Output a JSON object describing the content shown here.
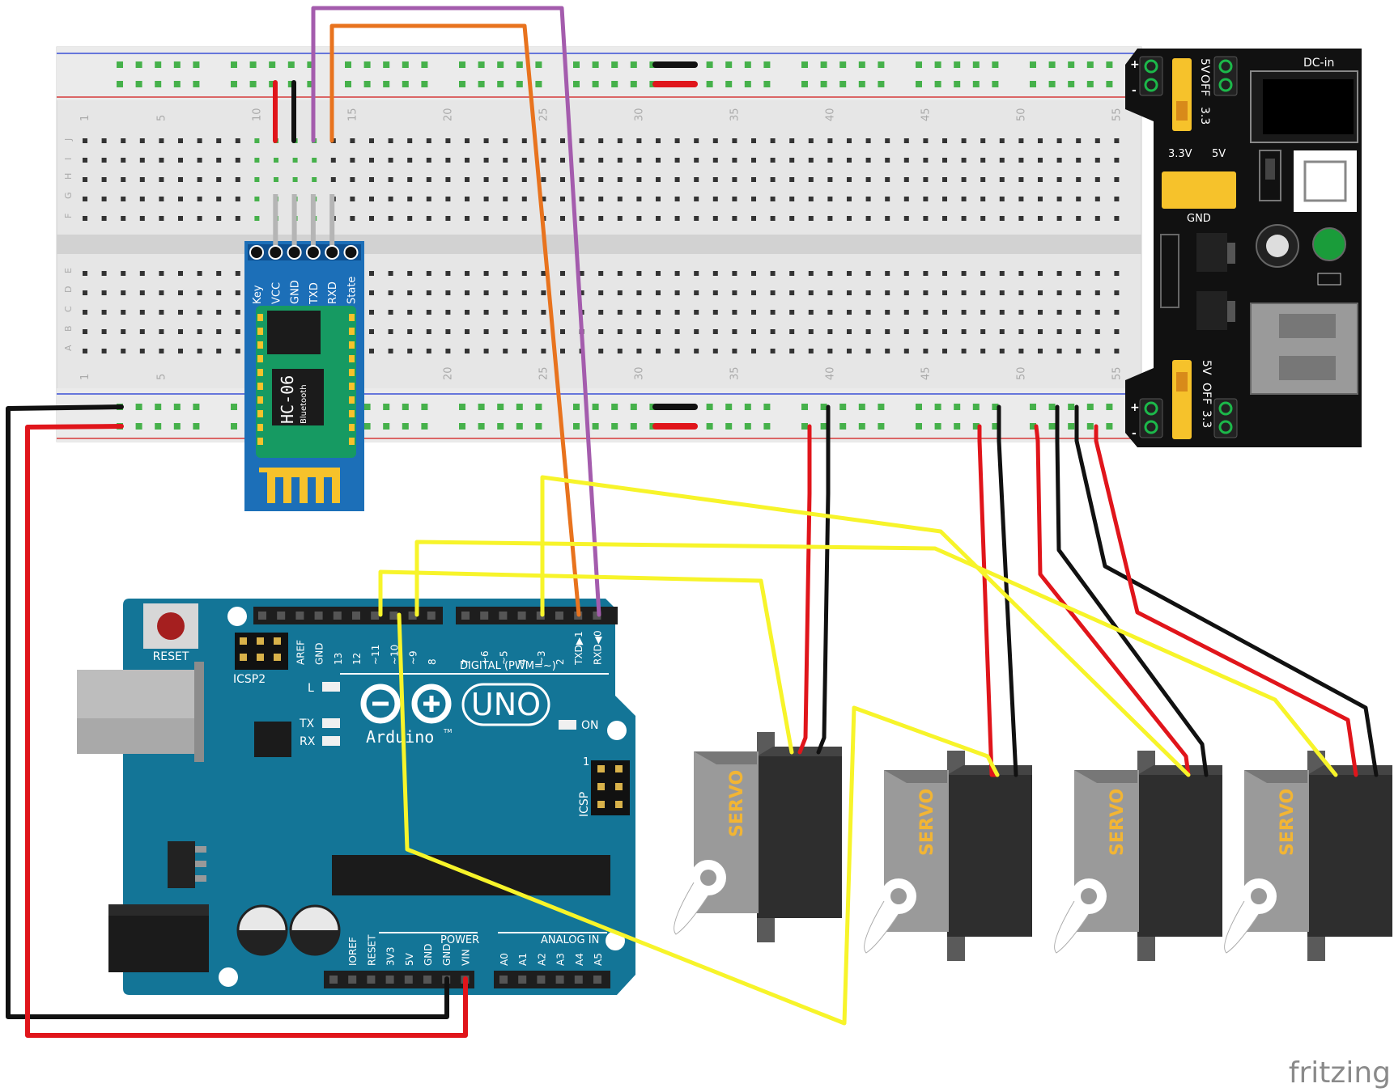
{
  "breadboard": {
    "row_letters_top": [
      "J",
      "I",
      "H",
      "G",
      "F"
    ],
    "row_letters_bottom": [
      "E",
      "D",
      "C",
      "B",
      "A"
    ],
    "column_numbers": [
      "1",
      "5",
      "10",
      "15",
      "20",
      "25",
      "30",
      "35",
      "40",
      "45",
      "50",
      "55"
    ]
  },
  "bluetooth_module": {
    "pins": [
      "Key",
      "VCC",
      "GND",
      "TXD",
      "RXD",
      "State"
    ],
    "name": "HC-06",
    "subtitle": "Bluetooth"
  },
  "power_module": {
    "dc_in": "DC-in",
    "top_jumper_5v": "5V",
    "top_jumper_off": "OFF",
    "top_jumper_33": "3.3",
    "out_33v": "3.3V",
    "out_5v": "5V",
    "gnd": "GND",
    "plus": "+",
    "minus": "-",
    "bottom_jumper_5v": "5V",
    "bottom_jumper_off": "OFF",
    "bottom_jumper_33": "3.3"
  },
  "arduino": {
    "reset": "RESET",
    "icsp2": "ICSP2",
    "icsp": "ICSP",
    "icsp_pin1": "1",
    "digital_pins": [
      "AREF",
      "GND",
      "13",
      "12",
      "~11",
      "~10",
      "~9",
      "8",
      "7",
      "~6",
      "~5",
      "4",
      "~3",
      "2",
      "TXD▶1",
      "RXD◀0"
    ],
    "digital_label": "DIGITAL (PWM=~)",
    "led_l": "L",
    "led_tx": "TX",
    "led_rx": "RX",
    "led_on": "ON",
    "brand": "Arduino",
    "model": "UNO",
    "tm": "TM",
    "power_pins": [
      "IOREF",
      "RESET",
      "3V3",
      "5V",
      "GND",
      "GND",
      "VIN"
    ],
    "power_label": "POWER",
    "analog_pins": [
      "A0",
      "A1",
      "A2",
      "A3",
      "A4",
      "A5"
    ],
    "analog_label": "ANALOG IN"
  },
  "servos": [
    {
      "label": "SERVO"
    },
    {
      "label": "SERVO"
    },
    {
      "label": "SERVO"
    },
    {
      "label": "SERVO"
    }
  ],
  "watermark": "fritzing",
  "colors": {
    "wire_red": "#e0151b",
    "wire_black": "#111111",
    "wire_yellow": "#f7f42a",
    "wire_orange": "#e8731e",
    "wire_purple": "#a45cad",
    "arduino_blue": "#137597",
    "bt_blue": "#1c6fb8",
    "bt_green": "#169a62",
    "breadboard": "#e6e6e6",
    "power_board": "#111111",
    "jumper_yellow": "#f6c22b",
    "servo_body": "#2e2e2e",
    "servo_label": "#f2b534"
  }
}
